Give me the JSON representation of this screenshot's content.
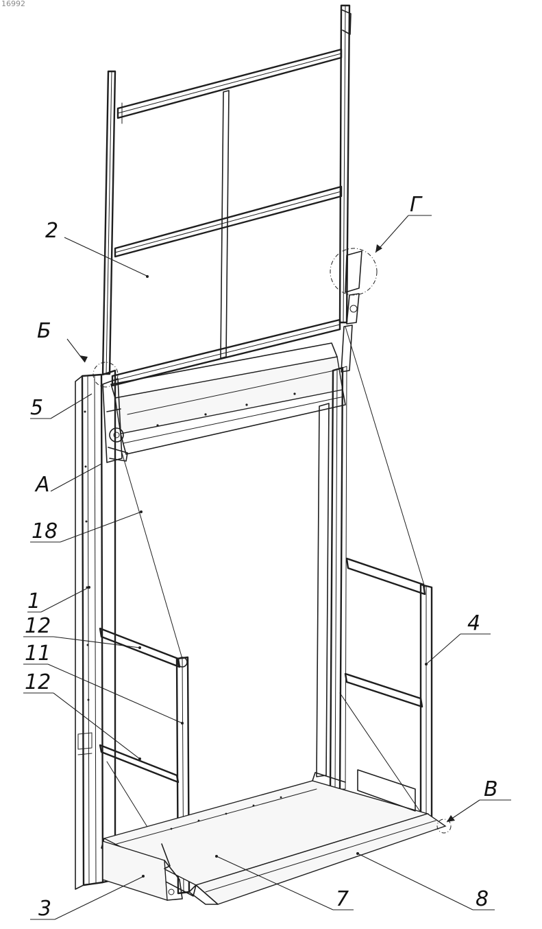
{
  "document": {
    "id_stamp": "16992"
  },
  "callouts": [
    {
      "key": "door",
      "text": "2"
    },
    {
      "key": "detail-b",
      "text": "Б"
    },
    {
      "key": "part-5",
      "text": "5"
    },
    {
      "key": "detail-a",
      "text": "А"
    },
    {
      "key": "cable",
      "text": "18"
    },
    {
      "key": "rail",
      "text": "1"
    },
    {
      "key": "bracket-upper",
      "text": "12"
    },
    {
      "key": "handrail",
      "text": "11"
    },
    {
      "key": "bracket-lower",
      "text": "12"
    },
    {
      "key": "side-plate",
      "text": "3"
    },
    {
      "key": "platform",
      "text": "7"
    },
    {
      "key": "ramp",
      "text": "8"
    },
    {
      "key": "detail-v",
      "text": "В"
    },
    {
      "key": "right-handrail",
      "text": "4"
    },
    {
      "key": "detail-g",
      "text": "Г"
    }
  ]
}
